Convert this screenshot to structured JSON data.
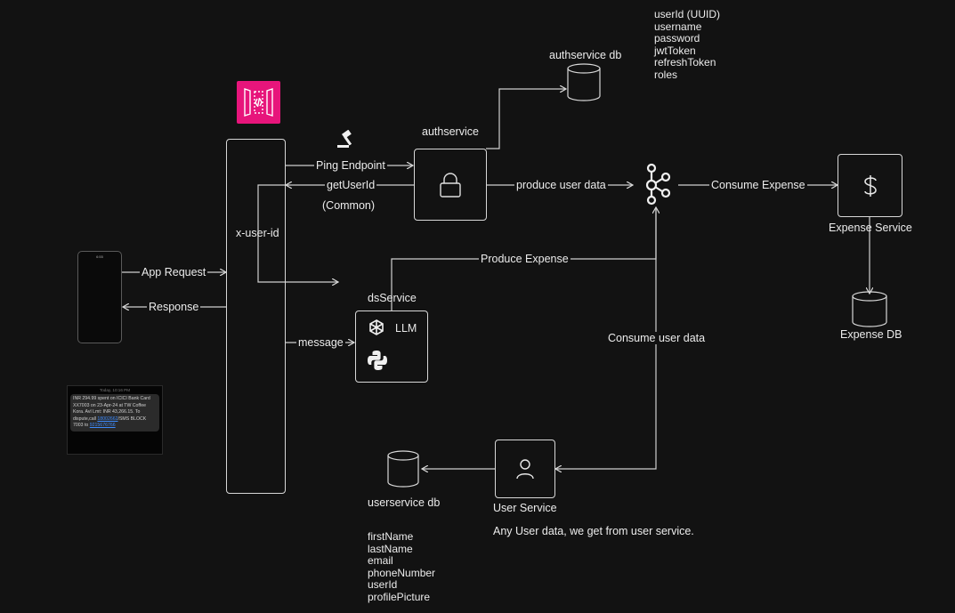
{
  "components": {
    "auth_service": "authservice",
    "auth_db": "authservice db",
    "ds_service": "dsService",
    "llm": "LLM",
    "x_user_id": "x-user-id",
    "expense_service": "Expense Service",
    "expense_db": "Expense DB",
    "user_service": "User Service",
    "user_db": "userservice db"
  },
  "edges": {
    "ping_endpoint": "Ping Endpoint",
    "get_user_id": "getUserId",
    "common": "(Common)",
    "produce_user_data": "produce user data",
    "consume_expense": "Consume Expense",
    "produce_expense": "Produce Expense",
    "consume_user_data": "Consume user data",
    "app_request": "App Request",
    "response": "Response",
    "message": "message"
  },
  "auth_fields": [
    "userId  (UUID)",
    "username",
    "password",
    "jwtToken",
    "refreshToken",
    "roles"
  ],
  "user_fields": [
    "firstName",
    "lastName",
    "email",
    "phoneNumber",
    "userId",
    "profilePicture"
  ],
  "user_service_note": "Any User data, we get from user service.",
  "sms": {
    "header": "Today, 10:16 PM",
    "text": "INR 294.99 spent on ICICI Bank Card XX7003 on 23-Apr-24 at TW Coffee Kora. Avl Lmt: INR 43,266.15. To dispute,call",
    "link1": "18002662",
    "text2": "/SMS BLOCK 7003 to",
    "link2": "9215676766"
  },
  "phone_screen_text": "6:55",
  "icons": {
    "gateway": "api-gateway-icon",
    "ping": "gavel-icon",
    "lock": "lock-icon",
    "kafka": "kafka-icon",
    "dollar": "dollar-icon",
    "user": "user-icon",
    "openai": "openai-icon",
    "python": "python-icon",
    "database": "database-icon"
  },
  "colors": {
    "background": "#121212",
    "stroke": "#d8d8d8",
    "gateway": "#e7157b"
  }
}
